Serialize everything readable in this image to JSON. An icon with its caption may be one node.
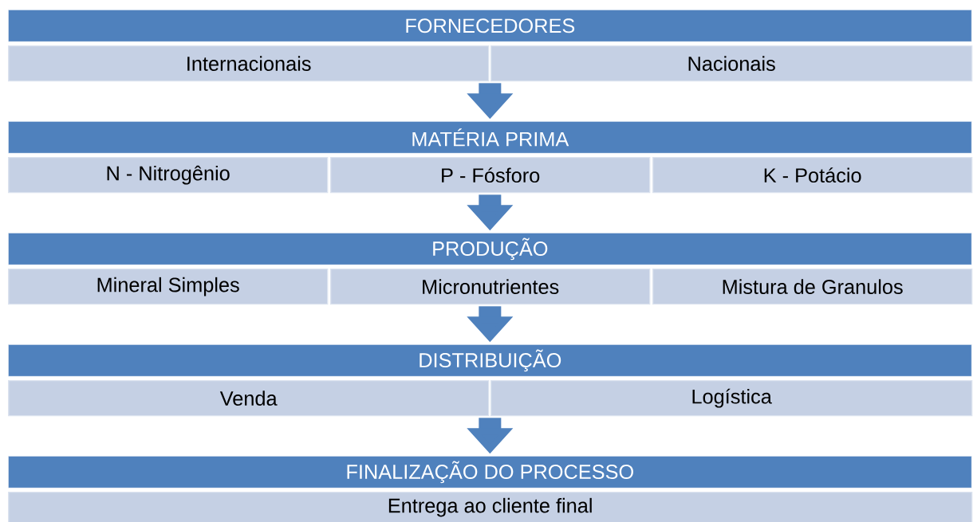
{
  "diagram": {
    "nodes": [
      {
        "text": [
          "FORNECEDORES"
        ]
      },
      {
        "text": [
          "Internacionais"
        ]
      },
      {
        "text": [
          "Nacionais"
        ]
      },
      {
        "text": [
          "MATÉRIA PRIMA"
        ]
      },
      {
        "text": [
          "N - Nitrogênio"
        ]
      },
      {
        "text": [
          "P - Fósforo"
        ]
      },
      {
        "text": [
          "K - Potácio"
        ]
      },
      {
        "text": [
          "PRODUÇÃO"
        ]
      },
      {
        "text": [
          "Mineral Simples"
        ]
      },
      {
        "text": [
          "Micronutrientes"
        ]
      },
      {
        "text": [
          "Mistura de Granulos"
        ]
      },
      {
        "text": [
          "DISTRIBUIÇÃO"
        ]
      },
      {
        "text": [
          "Venda"
        ]
      },
      {
        "text": [
          "Logística"
        ]
      },
      {
        "text": [
          "FINALIZAÇÃO DO PROCESSO"
        ]
      },
      {
        "text": [
          "Entrega ao cliente final"
        ]
      }
    ],
    "edges": [
      {
        "from": 1,
        "to": 3,
        "arrow": "to"
      },
      {
        "from": 5,
        "to": 7,
        "arrow": "to"
      },
      {
        "from": 9,
        "to": 11,
        "arrow": "to"
      },
      {
        "from": 12,
        "to": 14,
        "arrow": "to"
      }
    ]
  }
}
